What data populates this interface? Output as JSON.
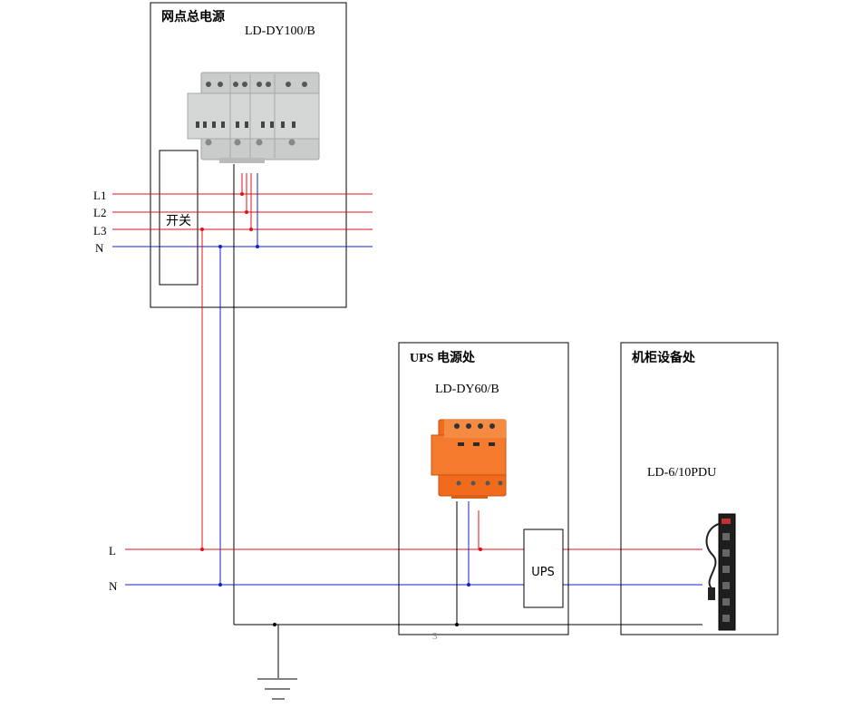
{
  "main_panel": {
    "title": "网点总电源",
    "model": "LD-DY100/B"
  },
  "switch_label": "开关",
  "phase_labels": [
    "L1",
    "L2",
    "L3",
    "N"
  ],
  "bus_labels": {
    "l": "L",
    "n": "N"
  },
  "ups_panel": {
    "title": "UPS 电源处",
    "model": "LD-DY60/B",
    "ups_label": "UPS"
  },
  "rack_panel": {
    "title": "机柜设备处",
    "model": "LD-6/10PDU"
  },
  "page_number": "3",
  "colors": {
    "live": "#e0101a",
    "neutral": "#1020d0",
    "ground": "#000000",
    "spd_gray": "#c9cccb",
    "spd_orange": "#f26b1d"
  }
}
